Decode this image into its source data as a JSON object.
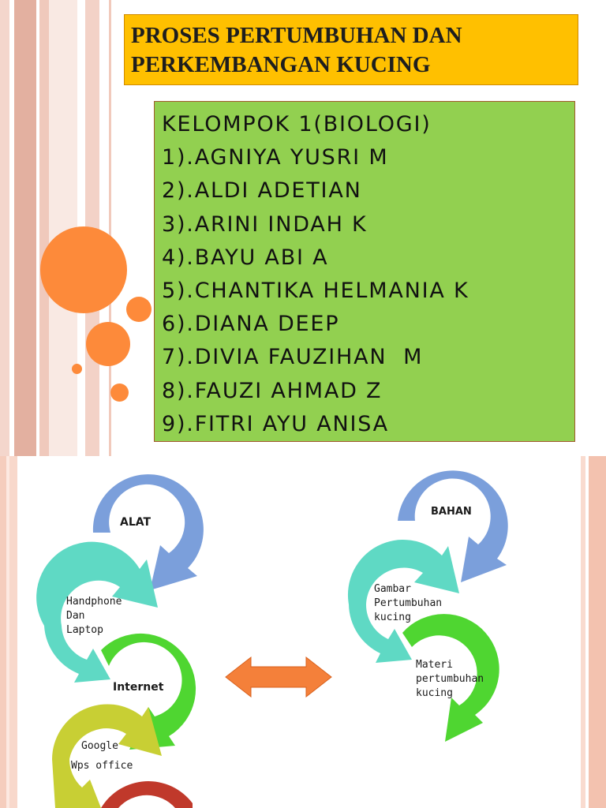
{
  "slide1": {
    "title_lines": [
      "PROSES PERTUMBUHAN DAN",
      "PERKEMBANGAN KUCING"
    ],
    "group_heading": "KELOMPOK 1(BIOLOGI)",
    "members": [
      "1).AGNIYA YUSRI M",
      "2).ALDI ADETIAN",
      "3).ARINI INDAH K",
      "4).BAYU ABI A",
      "5).CHANTIKA HELMANIA K",
      "6).DIANA DEEP",
      "7).DIVIA FAUZIHAN  M",
      "8).FAUZI AHMAD Z",
      "9).FITRI AYU ANISA"
    ],
    "colors": {
      "title_bg": "#ffc000",
      "members_bg": "#92d050",
      "circles": "#fd8a3a"
    }
  },
  "slide2": {
    "alat": {
      "heading": "ALAT",
      "steps": [
        "Handphone\nDan\nLaptop",
        "Internet",
        "Google",
        "Wps office"
      ]
    },
    "bahan": {
      "heading": "BAHAN",
      "steps": [
        "Gambar\nPertumbuhan\nkucing",
        "Materi\npertumbuhan\nkucing"
      ]
    },
    "colors": {
      "blue_arrow": "#7b9fdb",
      "teal_arrow": "#5fd9c4",
      "green_arrow": "#4fd631",
      "olive_arrow": "#c8cf34",
      "red_arrow": "#c0392b",
      "double_arrow": "#f4803a"
    }
  }
}
